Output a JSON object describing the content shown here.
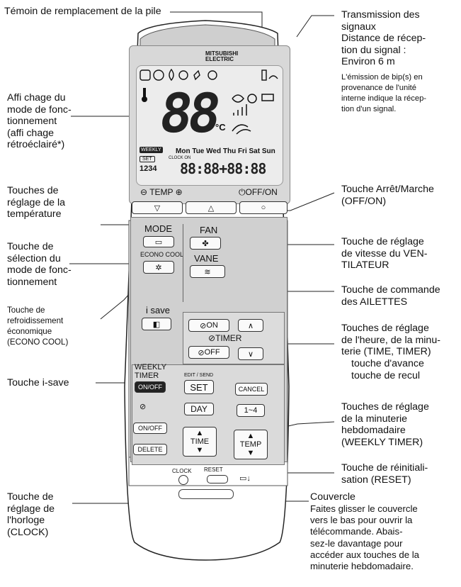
{
  "labels": {
    "battery": "Témoin de remplacement de la pile",
    "transmission": "Transmission des\nsignaux\nDistance de récep-\ntion du signal :\nEnviron 6 m",
    "transmission_note": "L'émission de bip(s) en\nprovenance de l'unité\ninterne indique la récep-\ntion d'un signal.",
    "mode_display": "Affi chage du\nmode de fonc-\ntionnement\n(affi chage\nrétroéclairé*)",
    "temp_keys": "Touches de\nréglage de la\ntempérature",
    "onoff_key": "Touche Arrêt/Marche\n(OFF/ON)",
    "mode_key": "Touche de\nsélection du\nmode de fonc-\ntionnement",
    "fan_key": "Touche de réglage\nde vitesse du VEN-\nTILATEUR",
    "vane_key": "Touche de commande\ndes AILETTES",
    "econo_key": "Touche de\nrefroidissement\néconomique\n(ECONO COOL)",
    "timer_keys": "Touches de réglage\nde l'heure, de la minu-\nterie (TIME, TIMER)",
    "timer_sub": "touche d'avance\ntouche de recul",
    "isave_key": "Touche i-save",
    "weekly_keys": "Touches de réglage\nde la minuterie\nhebdomadaire\n(WEEKLY TIMER)",
    "reset_key": "Touche de réinitiali-\nsation (RESET)",
    "clock_key": "Touche de\nréglage de\nl'horloge\n(CLOCK)",
    "cover": "Couvercle",
    "cover_note": "Faites glisser le couvercle\nvers le bas pour ouvrir la\ntélécommande. Abais-\nsez-le davantage pour\naccéder aux touches de la\nminuterie hebdomadaire."
  },
  "remote": {
    "brand": "MITSUBISHI\nELECTRIC",
    "lcd_digits": "88",
    "lcd_unit": "°C",
    "weekly_tag": "WEEKLY",
    "set_tag": "SET",
    "day_nums": "1234",
    "clock_on_label": "CLOCK ON",
    "on_label": "ON",
    "off_label": "OFF",
    "timer_digits": "88:88+88:88",
    "weekdays": "Mon Tue Wed Thu Fri Sat Sun",
    "temp_label": "TEMP",
    "offon_label": "OFF/ON",
    "mode_label": "MODE",
    "econo_label": "ECONO COOL",
    "fan_label": "FAN",
    "vane_label": "VANE",
    "isave_label": "i save",
    "on_btn": "ON",
    "timer_label": "TIMER",
    "off_btn": "OFF",
    "weekly_timer_label": "WEEKLY\nTIMER",
    "weekly_onoff": "ON/OFF",
    "edit_send": "EDIT / SEND",
    "set_btn": "SET",
    "cancel_btn": "CANCEL",
    "day_btn": "DAY",
    "range_btn": "1~4",
    "onoff_small": "ON/OFF",
    "delete_btn": "DELETE",
    "time_btn": "TIME",
    "temp_btn": "TEMP",
    "clock_label": "CLOCK",
    "reset_label": "RESET"
  },
  "colors": {
    "outline": "#222222",
    "panel": "#d0d0d0",
    "lcd": "#ececec"
  }
}
